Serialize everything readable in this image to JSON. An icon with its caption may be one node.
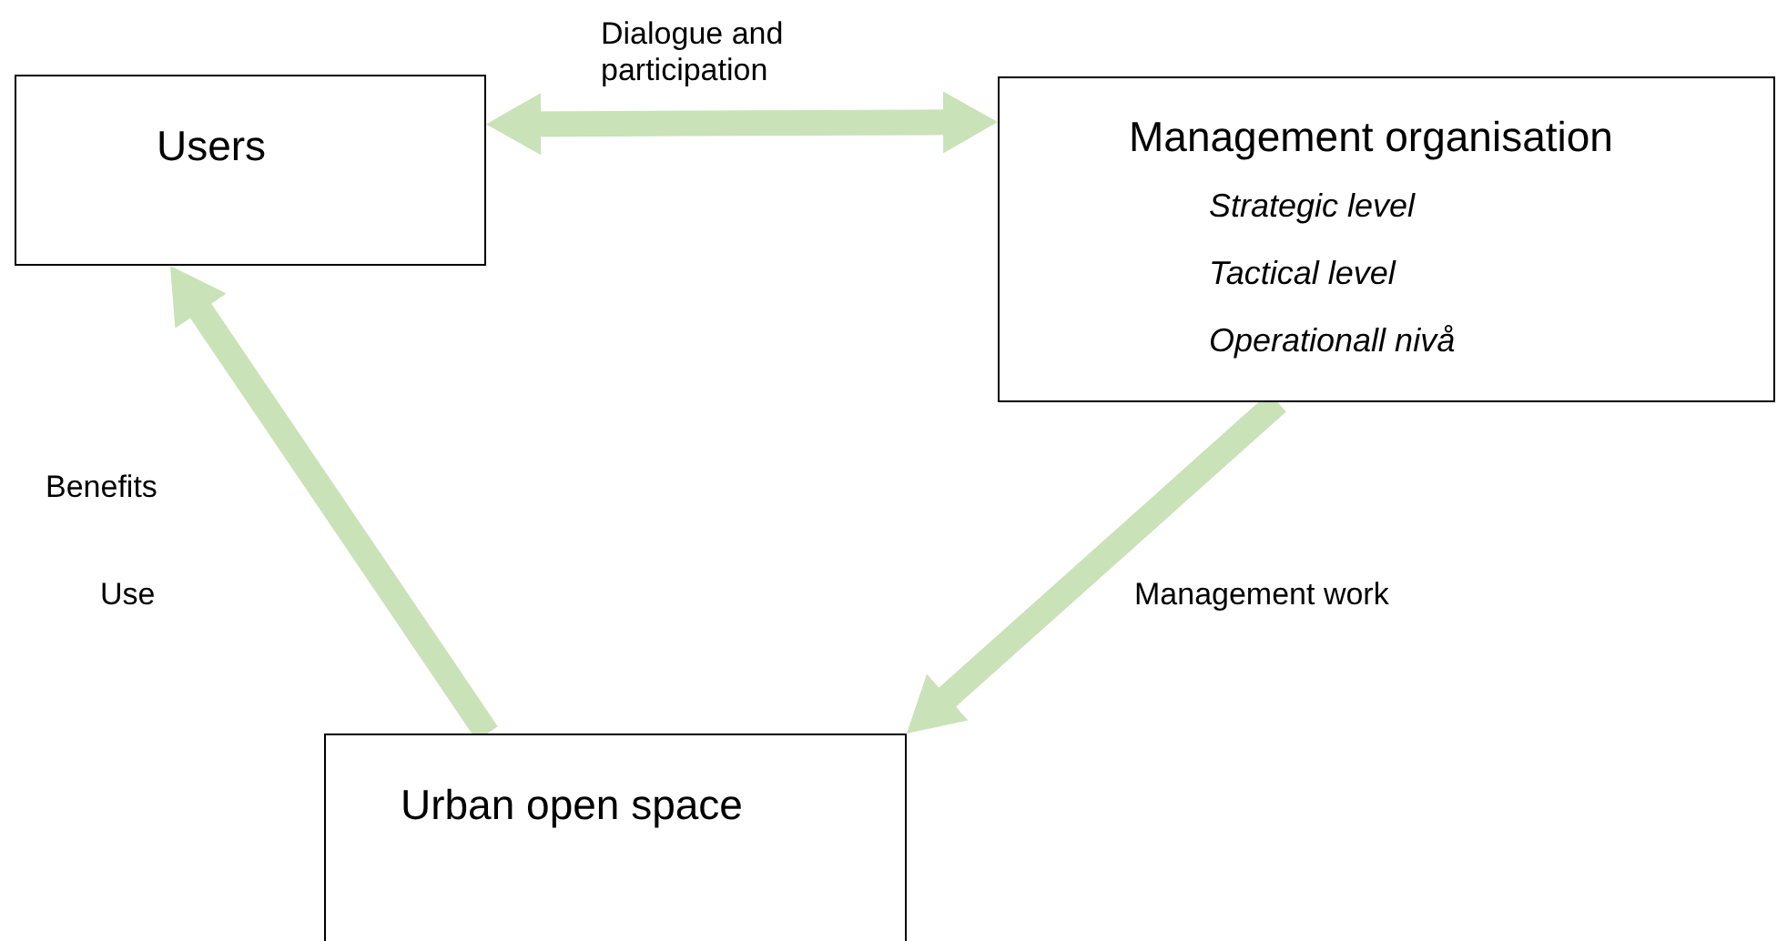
{
  "diagram": {
    "nodes": [
      {
        "text": [
          "Users"
        ]
      },
      {
        "text": [
          "Management organisation",
          "Strategic level",
          "Tactical level",
          "Operationall nivå"
        ]
      },
      {
        "text": [
          "Urban open space"
        ]
      }
    ],
    "edges": [
      {
        "from": 0,
        "to": 1,
        "arrow": "both",
        "label": "Dialogue and participation"
      },
      {
        "from": 1,
        "to": 2,
        "arrow": "to",
        "label": "Management work"
      },
      {
        "from": 2,
        "to": 0,
        "arrow": "to"
      }
    ],
    "labels": [
      "Benefits",
      "Use"
    ]
  }
}
